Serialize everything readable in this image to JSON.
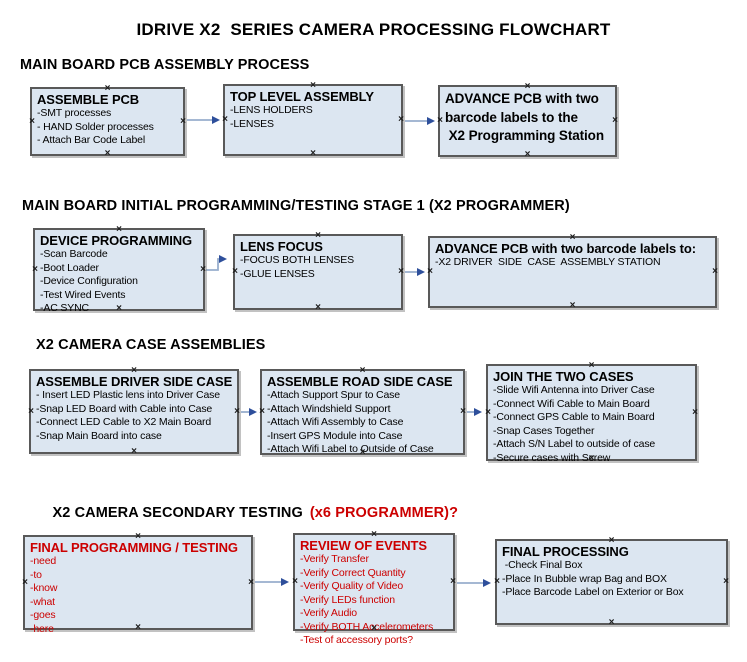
{
  "title": "IDRIVE X2  SERIES CAMERA PROCESSING FLOWCHART",
  "colors": {
    "box_fill": "#dce6f1",
    "box_border": "#595959",
    "red_text": "#cc0000",
    "arrow_line": "#98aecd",
    "arrow_head": "#2e4f9b"
  },
  "icons": {
    "connection_point": "×"
  },
  "sections": [
    {
      "heading": "MAIN BOARD PCB ASSEMBLY PROCESS",
      "boxes": [
        {
          "title": "ASSEMBLE PCB",
          "lines": [
            "-SMT processes",
            "- HAND Solder processes",
            "- Attach Bar Code Label"
          ]
        },
        {
          "title": "TOP LEVEL ASSEMBLY",
          "lines": [
            "-LENS HOLDERS",
            "-LENSES"
          ]
        },
        {
          "title_lines": [
            "ADVANCE PCB with two",
            "barcode labels to the",
            " X2 Programming Station"
          ]
        }
      ]
    },
    {
      "heading": "MAIN BOARD INITIAL PROGRAMMING/TESTING STAGE 1 (X2 PROGRAMMER)",
      "boxes": [
        {
          "title": "DEVICE PROGRAMMING",
          "lines": [
            "-Scan Barcode",
            "-Boot Loader",
            "-Device Configuration",
            "-Test Wired Events",
            "-AC SYNC"
          ]
        },
        {
          "title": "LENS FOCUS",
          "lines": [
            "-FOCUS BOTH LENSES",
            "-GLUE LENSES"
          ]
        },
        {
          "title": "ADVANCE PCB with two barcode labels to:",
          "lines": [
            "-X2 DRIVER  SIDE  CASE  ASSEMBLY STATION"
          ]
        }
      ]
    },
    {
      "heading": "X2 CAMERA CASE ASSEMBLIES",
      "boxes": [
        {
          "title": "ASSEMBLE DRIVER SIDE CASE",
          "lines": [
            "- Insert LED Plastic lens into Driver Case",
            "-Snap LED Board with Cable into Case",
            "-Connect LED Cable to X2 Main Board",
            "-Snap Main Board into case"
          ]
        },
        {
          "title": "ASSEMBLE ROAD SIDE CASE",
          "lines": [
            "-Attach Support Spur to Case",
            "-Attach Windshield Support",
            "-Attach Wifi Assembly to Case",
            "-Insert GPS Module into Case",
            "-Attach Wifi Label to Outside of Case"
          ]
        },
        {
          "title": "JOIN THE TWO CASES",
          "lines": [
            "-Slide Wifi Antenna into Driver Case",
            "-Connect Wifi Cable to Main Board",
            "-Connect GPS Cable to Main Board",
            "-Snap Cases Together",
            "-Attach S/N Label to outside of case",
            "-Secure cases with Screw"
          ]
        }
      ]
    },
    {
      "heading": "X2 CAMERA SECONDARY TESTING",
      "heading_red": "(x6 PROGRAMMER)?",
      "boxes": [
        {
          "title": "FINAL PROGRAMMING / TESTING",
          "lines": [
            "-need",
            "-to",
            "-know",
            "-what",
            "-goes",
            "-here"
          ]
        },
        {
          "title": "REVIEW OF EVENTS",
          "lines": [
            "-Verify Transfer",
            "-Verify Correct Quantity",
            "-Verify Quality of Video",
            "-Verify LEDs function",
            "-Verify Audio",
            "-Verify BOTH Accelerometers",
            "-Test of accessory ports?"
          ]
        },
        {
          "title": "FINAL PROCESSING",
          "lines": [
            " -Check Final Box",
            "-Place In Bubble wrap Bag and BOX",
            "-Place Barcode Label on Exterior or Box"
          ]
        }
      ]
    }
  ]
}
